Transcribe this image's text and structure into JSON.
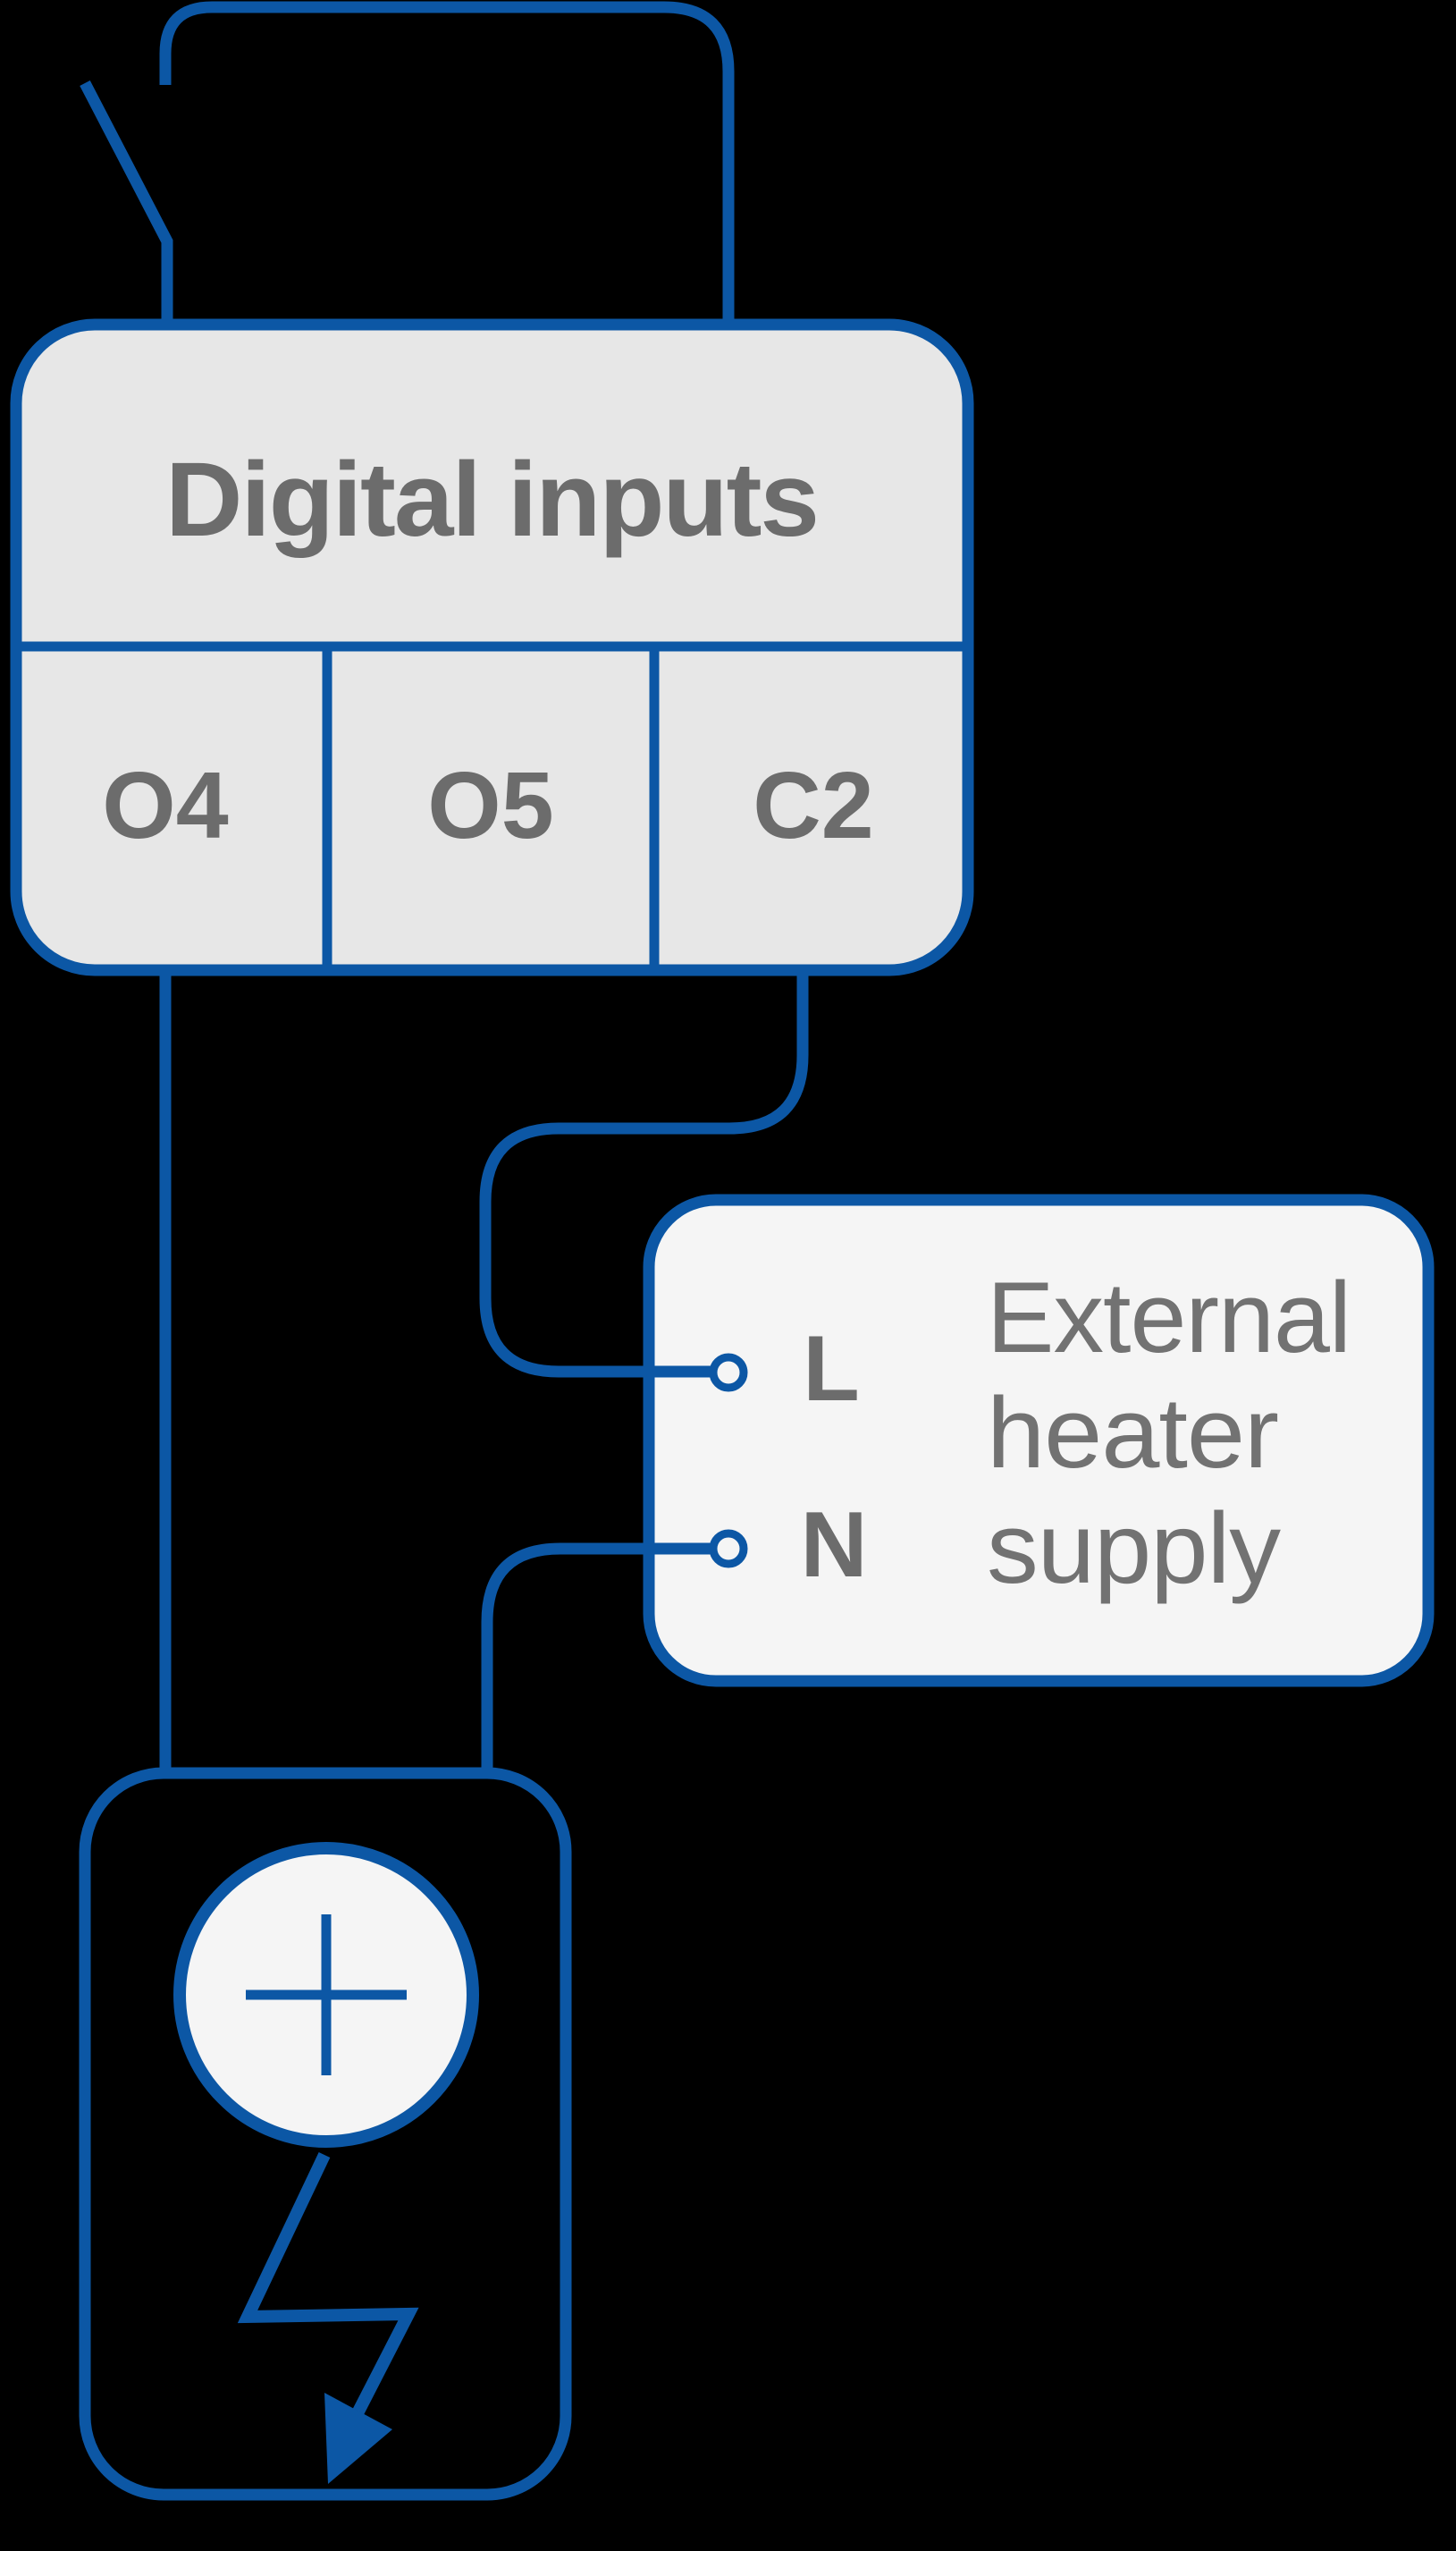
{
  "colors": {
    "background": "#000000",
    "wire": "#0c57a5",
    "fill_digital": "#e7e7e7",
    "fill_light": "#f5f5f5",
    "text_dark": "#6c6c6c",
    "text_light": "#727272"
  },
  "digital_inputs": {
    "title": "Digital inputs",
    "terminals": [
      "O4",
      "O5",
      "C2"
    ]
  },
  "heater_supply": {
    "terminal_live": "L",
    "terminal_neutral": "N",
    "lines": [
      "External",
      "heater",
      "supply"
    ]
  }
}
